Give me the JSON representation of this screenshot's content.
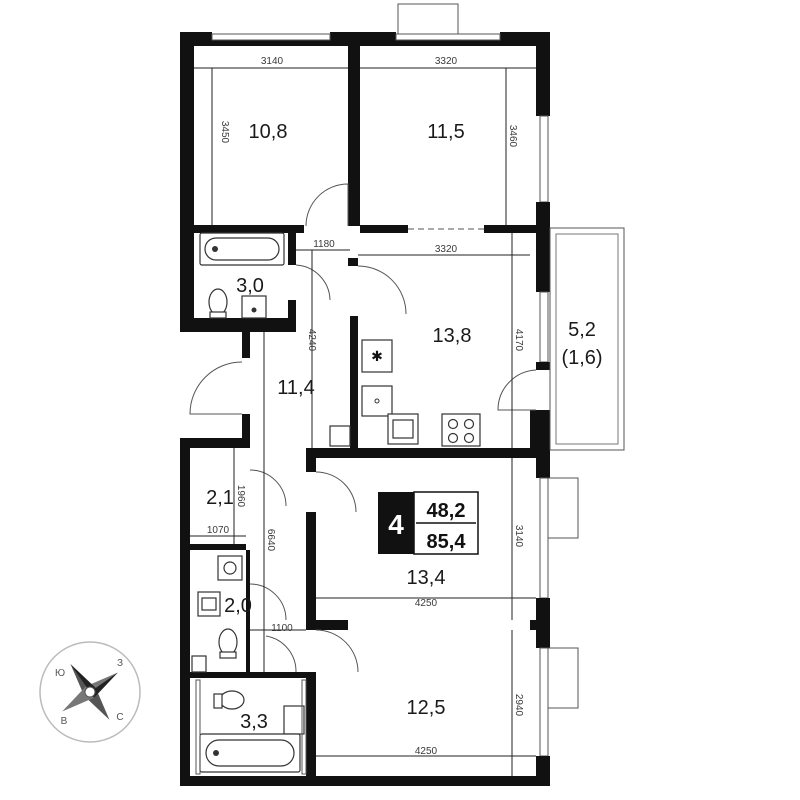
{
  "rooms": {
    "bedroom_nw": "10,8",
    "bedroom_ne": "11,5",
    "bathroom_top": "3,0",
    "kitchen": "13,8",
    "balcony": "5,2",
    "balcony_sub": "(1,6)",
    "hall": "11,4",
    "closet": "2,1",
    "wc": "2,0",
    "bedroom_mid": "13,4",
    "bathroom_bottom": "3,3",
    "bedroom_bottom": "12,5"
  },
  "dimensions": {
    "d3140_top": "3140",
    "d3320_top": "3320",
    "d3450": "3450",
    "d3460": "3460",
    "d1180": "1180",
    "d3320_kitchen": "3320",
    "d4240": "4240",
    "d4170": "4170",
    "d1960": "1960",
    "d1070": "1070",
    "d6640": "6640",
    "d3140_mid": "3140",
    "d4250_mid": "4250",
    "d1100": "1100",
    "d2940": "2940",
    "d4250_bottom": "4250"
  },
  "badge": {
    "rooms_count": "4",
    "living_area": "48,2",
    "total_area": "85,4"
  },
  "compass": {
    "n": "Ю",
    "e": "З",
    "s": "С",
    "w": "В"
  }
}
